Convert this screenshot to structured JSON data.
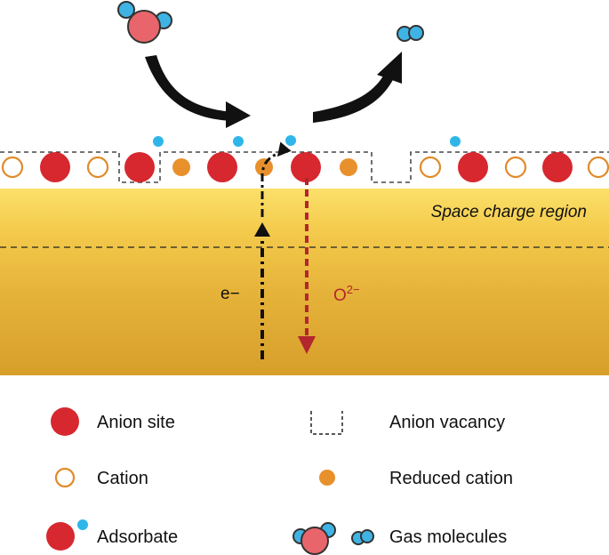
{
  "diagram": {
    "region_label": "Space charge region",
    "electron_label": "e−",
    "oxygen_label_main": "O",
    "oxygen_label_sup": "2−"
  },
  "legend": {
    "anion_site": "Anion site",
    "cation": "Cation",
    "adsorbate": "Adsorbate",
    "anion_vacancy": "Anion vacancy",
    "reduced_cation": "Reduced cation",
    "gas_molecules": "Gas molecules"
  },
  "colors": {
    "anion": "#d7282f",
    "cation_ring": "#e08a2a",
    "reduced_cation": "#e8912c",
    "adsorbate_dot": "#2fb6e8",
    "gas_large": "#e8666b",
    "gas_small": "#3fb4e4",
    "oxide_arrow": "#b3262d",
    "band_top": "#fbe06a",
    "band_mid": "#f1c042",
    "band_bottom": "#d9a32b"
  },
  "icons": {
    "curved_arrow_in": "curved-arrow-icon",
    "curved_arrow_out": "curved-arrow-icon"
  }
}
